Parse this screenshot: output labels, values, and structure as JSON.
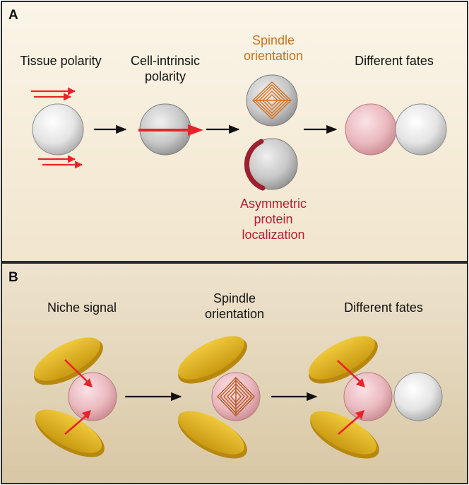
{
  "panels": {
    "a": {
      "letter": "A",
      "tissue_polarity": "Tissue polarity",
      "cell_intrinsic_1": "Cell-intrinsic",
      "cell_intrinsic_2": "polarity",
      "spindle_1": "Spindle",
      "spindle_2": "orientation",
      "different_fates": "Different fates",
      "asym_1": "Asymmetric",
      "asym_2": "protein",
      "asym_3": "localization"
    },
    "b": {
      "letter": "B",
      "niche_signal": "Niche signal",
      "spindle_1": "Spindle",
      "spindle_2": "orientation",
      "different_fates": "Different fates"
    }
  },
  "colors": {
    "panel_a_bg_top": "#faf3e3",
    "panel_a_bg_bottom": "#f2e6cf",
    "panel_b_bg_top": "#ede2cc",
    "panel_b_bg_bottom": "#d9c8a6",
    "border": "#2a2a2a",
    "red_arrow": "#e8232a",
    "spindle_orange": "#d9711c",
    "spindle_label": "#c8741e",
    "asym_label": "#b22030",
    "asym_crescent": "#9e1f2e",
    "niche_yellow": "#e0b41f",
    "spindle_brown": "#b55a24"
  }
}
